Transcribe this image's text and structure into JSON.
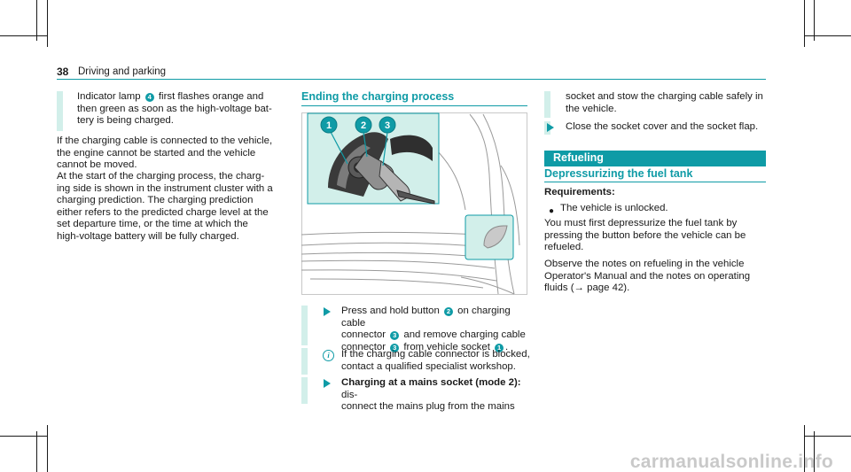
{
  "header": {
    "page_number": "38",
    "section": "Driving and parking"
  },
  "col1": {
    "p1": {
      "t1": "Indicator lamp",
      "badge": "4",
      "t2": "first flashes orange and",
      "l2": "then green as soon as the high-voltage bat-",
      "l3": "tery is being charged."
    },
    "p2": {
      "l1": "If the charging cable is connected to the vehicle,",
      "l2": "the engine cannot be started and the vehicle",
      "l3": "cannot be moved."
    },
    "p3": {
      "l1": "At the start of the charging process, the charg-",
      "l2": "ing side is shown in the instrument cluster with a",
      "l3": "charging prediction. The charging prediction",
      "l4": "either refers to the predicted charge level at the",
      "l5": "set departure time, or the time at which the",
      "l6": "high-voltage battery will be fully charged."
    }
  },
  "col2": {
    "heading": "Ending the charging process",
    "figure": {
      "callouts": [
        "1",
        "2",
        "3"
      ]
    },
    "step1": {
      "t1": "Press and hold button",
      "b1": "2",
      "t2": "on charging cable",
      "t3": "connector",
      "b2": "3",
      "t4": "and remove charging cable",
      "t5": "connector",
      "b3": "3",
      "t6": "from vehicle socket",
      "b4": "1",
      "t7": "."
    },
    "info": {
      "icon": "i",
      "l1": "If the charging cable connector is blocked,",
      "l2": "contact a qualified specialist workshop."
    },
    "step2": {
      "bold": "Charging at a mains socket (mode 2):",
      "t1": "dis-",
      "l2": "connect the mains plug from the mains"
    }
  },
  "col3": {
    "cont": {
      "l1": "socket and stow the charging cable safely in",
      "l2": "the vehicle."
    },
    "step": "Close the socket cover and the socket flap.",
    "section_title": "Refueling",
    "subheading": "Depressurizing the fuel tank",
    "requirements_label": "Requirements:",
    "bullet": "The vehicle is unlocked.",
    "p1": {
      "l1": "You must first depressurize the fuel tank by",
      "l2": "pressing the button before the vehicle can be",
      "l3": "refueled."
    },
    "p2": {
      "l1": "Observe the notes on refueling in the vehicle",
      "l2": "Operator's Manual and the notes on operating",
      "l3": "fluids (→ page 42)."
    }
  },
  "watermark": "carmanualsonline.info",
  "colors": {
    "accent": "#0f9ba6",
    "highlight": "#d2efea"
  }
}
